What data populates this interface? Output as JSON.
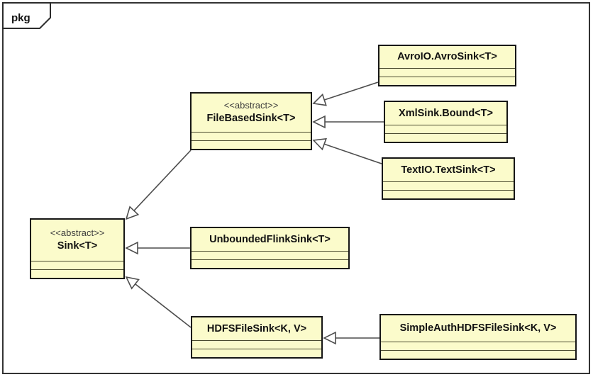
{
  "package": {
    "label": "pkg"
  },
  "diagram": {
    "classes": [
      {
        "id": "avrosink",
        "stereotype": "",
        "name": "AvroIO.AvroSink<T>"
      },
      {
        "id": "xmlsink",
        "stereotype": "",
        "name": "XmlSink.Bound<T>"
      },
      {
        "id": "filebasedsink",
        "stereotype": "<<abstract>>",
        "name": "FileBasedSink<T>"
      },
      {
        "id": "textsink",
        "stereotype": "",
        "name": "TextIO.TextSink<T>"
      },
      {
        "id": "sink",
        "stereotype": "<<abstract>>",
        "name": "Sink<T>"
      },
      {
        "id": "unboundedflinksink",
        "stereotype": "",
        "name": "UnboundedFlinkSink<T>"
      },
      {
        "id": "hdfsfilesink",
        "stereotype": "",
        "name": "HDFSFileSink<K, V>"
      },
      {
        "id": "simpleauthhdfsfilesink",
        "stereotype": "",
        "name": "SimpleAuthHDFSFileSink<K, V>"
      }
    ],
    "relationships": [
      {
        "type": "generalization",
        "from": "AvroIO.AvroSink<T>",
        "to": "FileBasedSink<T>"
      },
      {
        "type": "generalization",
        "from": "XmlSink.Bound<T>",
        "to": "FileBasedSink<T>"
      },
      {
        "type": "generalization",
        "from": "TextIO.TextSink<T>",
        "to": "FileBasedSink<T>"
      },
      {
        "type": "generalization",
        "from": "FileBasedSink<T>",
        "to": "Sink<T>"
      },
      {
        "type": "generalization",
        "from": "UnboundedFlinkSink<T>",
        "to": "Sink<T>"
      },
      {
        "type": "generalization",
        "from": "HDFSFileSink<K, V>",
        "to": "Sink<T>"
      },
      {
        "type": "generalization",
        "from": "SimpleAuthHDFSFileSink<K, V>",
        "to": "HDFSFileSink<K, V>"
      }
    ],
    "colors": {
      "class_fill": "#FBFBCB",
      "class_border": "#161616",
      "compartment_divider": "#4B4B2F",
      "edge_line": "#4D4D4D",
      "frame_border": "#333333",
      "background": "#FFFFFF"
    }
  }
}
